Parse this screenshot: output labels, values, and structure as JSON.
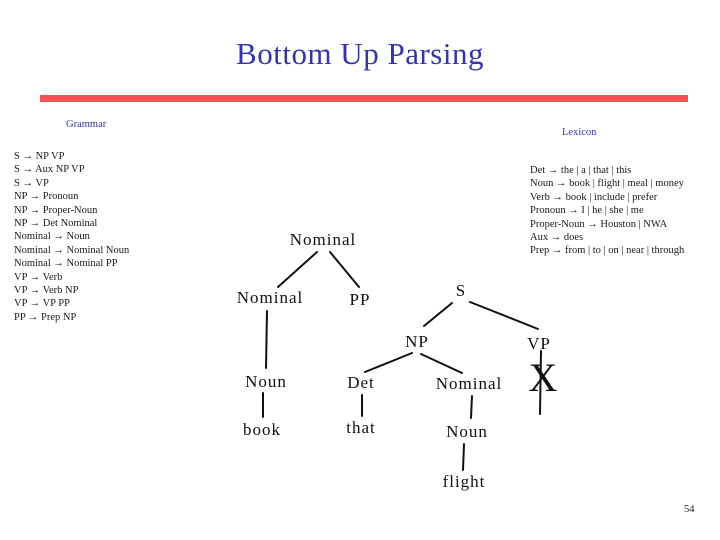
{
  "slide": {
    "title": "Bottom Up Parsing",
    "page_number": "54",
    "colors": {
      "title_blue": "#3535a3",
      "accent_red": "#f05454",
      "text_black": "#1a1a1a"
    }
  },
  "grammar": {
    "heading": "Grammar",
    "rules": [
      "S → NP VP",
      "S → Aux NP VP",
      "S → VP",
      "NP → Pronoun",
      "NP → Proper-Noun",
      "NP → Det Nominal",
      "Nominal → Noun",
      "Nominal → Nominal Noun",
      "Nominal → Nominal PP",
      "VP → Verb",
      "VP → Verb NP",
      "VP → VP PP",
      "PP → Prep NP"
    ]
  },
  "lexicon": {
    "heading": "Lexicon",
    "rules": [
      "Det → the | a | that | this",
      "Noun → book | flight | meal | money",
      "Verb → book | include | prefer",
      "Pronoun → I | he | she | me",
      "Proper-Noun → Houston | NWA",
      "Aux → does",
      "Prep → from | to | on | near | through"
    ]
  },
  "tree": {
    "nodes": {
      "nominal_root": "Nominal",
      "nominal_left": "Nominal",
      "pp": "PP",
      "s": "S",
      "np": "NP",
      "vp": "VP",
      "noun_left": "Noun",
      "det": "Det",
      "nominal_right": "Nominal",
      "x_mark": "X",
      "leaf_book": "book",
      "leaf_that": "that",
      "noun_right": "Noun",
      "leaf_flight": "flight"
    }
  }
}
